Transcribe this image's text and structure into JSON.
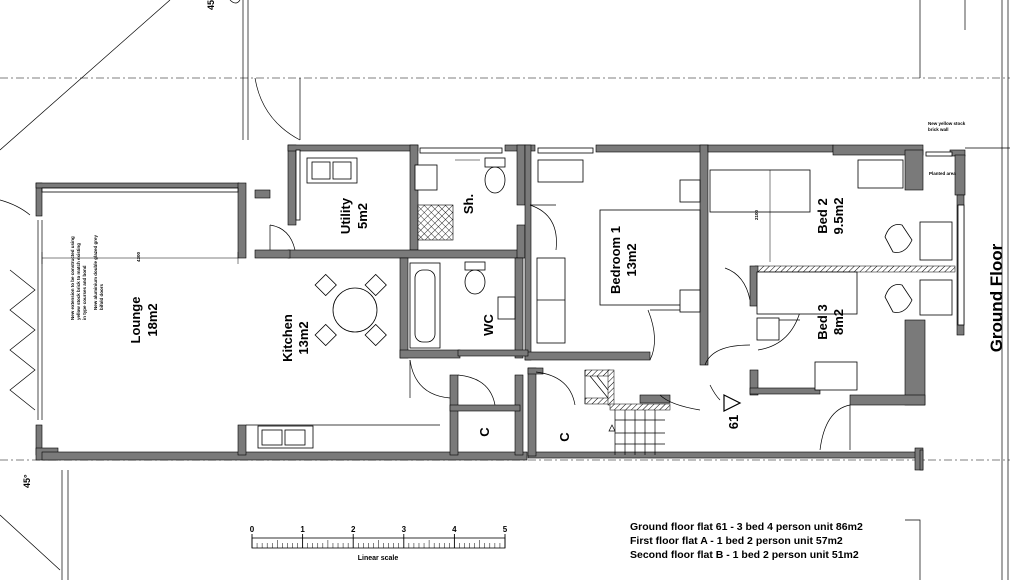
{
  "drawing": {
    "title": "Ground Floor",
    "angle_top": "45°",
    "angle_bottom": "45°"
  },
  "rooms": {
    "lounge": {
      "name": "Lounge",
      "area": "18m2"
    },
    "kitchen": {
      "name": "Kitchen",
      "area": "13m2"
    },
    "utility": {
      "name": "Utility",
      "area": "5m2"
    },
    "shower": {
      "name": "Sh."
    },
    "wc": {
      "name": "WC"
    },
    "bedroom1": {
      "name": "Bedroom 1",
      "area": "13m2"
    },
    "bed2": {
      "name": "Bed 2",
      "area": "9.5m2"
    },
    "bed3": {
      "name": "Bed 3",
      "area": "8m2"
    },
    "cupboard": "C",
    "flat_entry": "61"
  },
  "annotations": {
    "new_wall": [
      "New yellow stock",
      "brick wall"
    ],
    "planted_area": "Planted area",
    "extension_note": [
      "New extension to be constructed using",
      "yellow stock brick to match existing",
      "in type courses and bond"
    ],
    "door_note": [
      "New aluminium double glazed grey",
      "bifold doors"
    ],
    "dim_lounge": "4300",
    "dim_bed": "2100"
  },
  "scale": {
    "label": "Linear scale",
    "ticks": [
      "0",
      "1",
      "2",
      "3",
      "4",
      "5"
    ]
  },
  "schedule": [
    "Ground floor flat 61 - 3 bed 4 person unit 86m2",
    "First floor flat A - 1 bed 2 person unit 57m2",
    "Second floor flat B - 1 bed 2 person unit 51m2"
  ]
}
